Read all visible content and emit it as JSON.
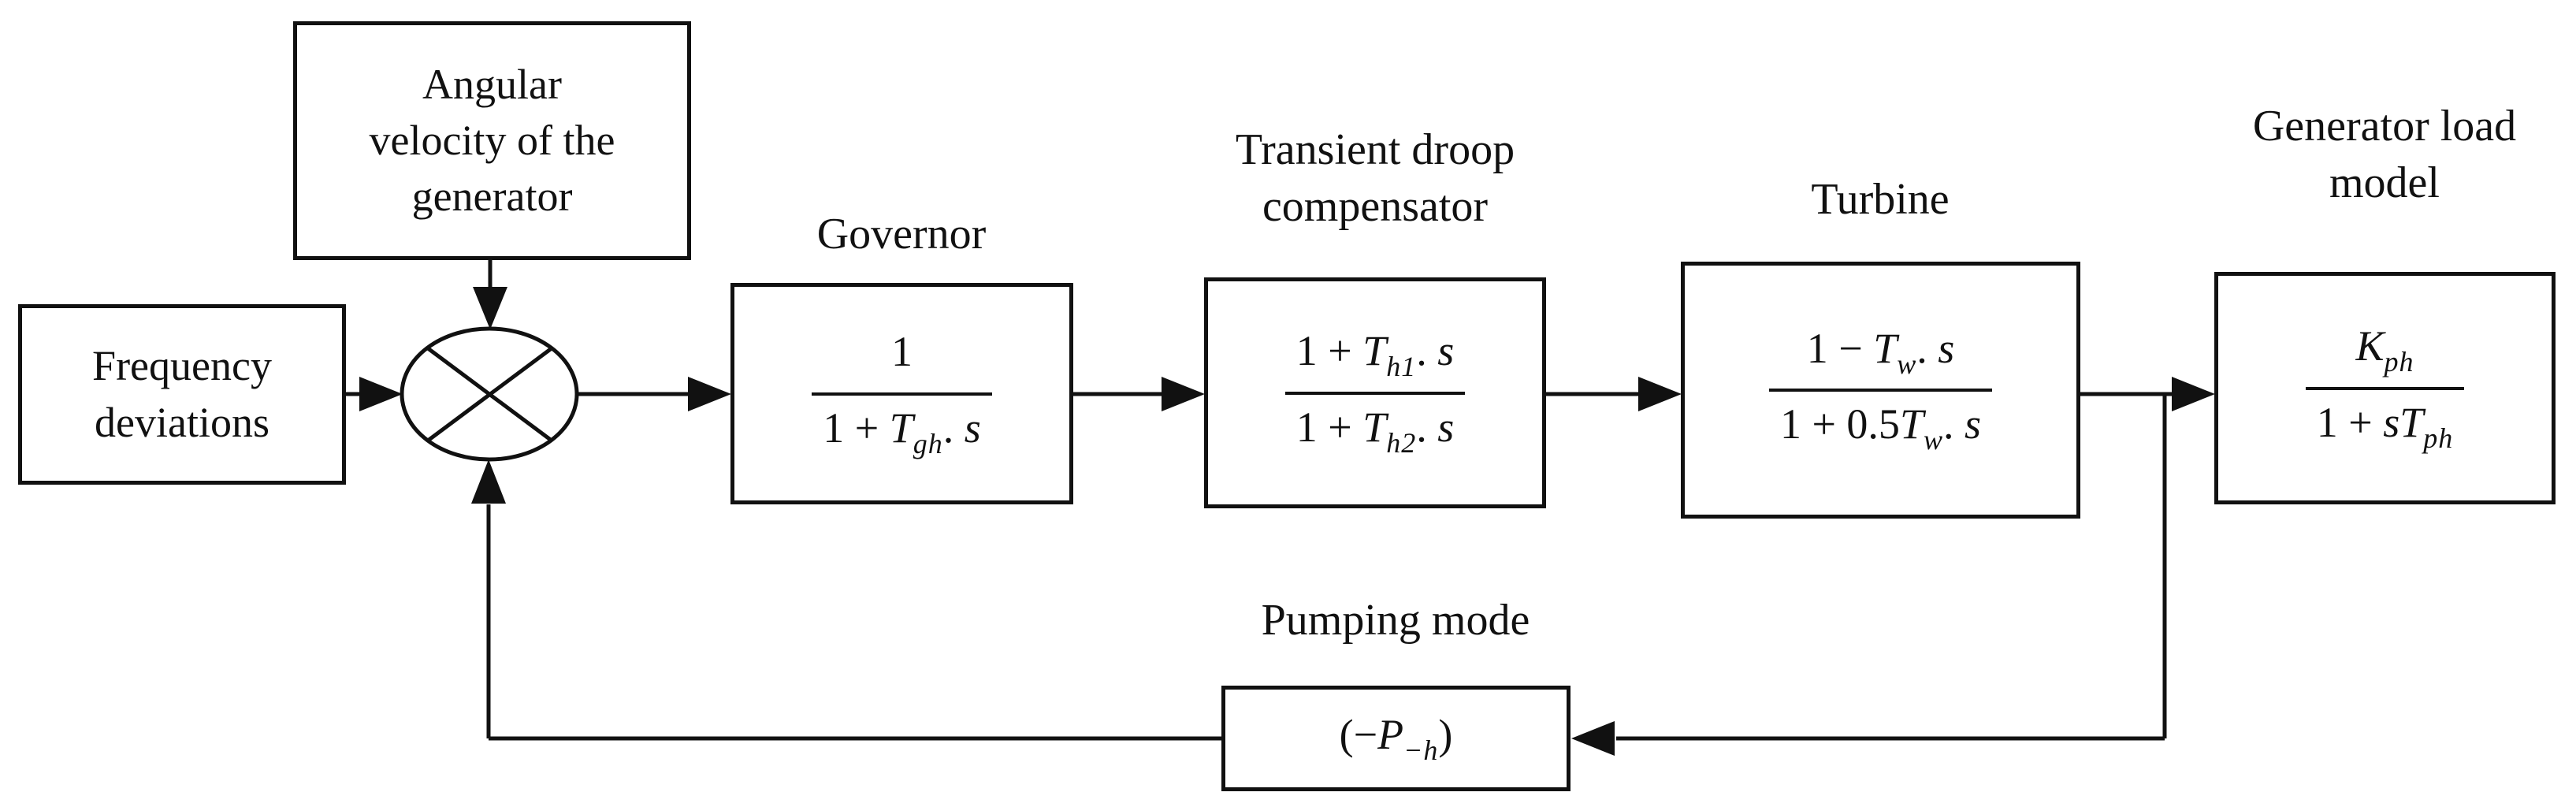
{
  "figure": {
    "type": "block-diagram",
    "description_visible_text_only": true,
    "colors": {
      "line": "#111111",
      "background": "#ffffff"
    },
    "input_box": {
      "line1": "Frequency",
      "line2": "deviations"
    },
    "disturbance_box": {
      "line1": "Angular",
      "line2": "velocity of the",
      "line3": "generator"
    },
    "summing_junction": {
      "symbol": "circle-with-x-cross"
    },
    "governor": {
      "label1": "Governor",
      "label2": "",
      "num": {
        "pre": "1",
        "var": "",
        "sub": "",
        "post": "",
        "tail": ""
      },
      "den": {
        "pre": "1 + ",
        "var": "T",
        "sub": "gh",
        "post": ". ",
        "tail": "s"
      }
    },
    "compensator": {
      "label1": "Transient droop",
      "label2": "compensator",
      "num": {
        "pre": "1 + ",
        "var": "T",
        "sub": "h1",
        "post": ". ",
        "tail": "s"
      },
      "den": {
        "pre": "1 + ",
        "var": "T",
        "sub": "h2",
        "post": ". ",
        "tail": "s"
      }
    },
    "turbine": {
      "label1": "Turbine",
      "label2": "",
      "num": {
        "pre": "1 − ",
        "var": "T",
        "sub": "w",
        "post": ". ",
        "tail": "s"
      },
      "den": {
        "pre": "1 + 0.5",
        "var": "T",
        "sub": "w",
        "post": ". ",
        "tail": "s"
      }
    },
    "generator_load": {
      "label1": "Generator load",
      "label2": "model",
      "num": {
        "pre": "",
        "var": "K",
        "sub": "ph",
        "post": "",
        "tail": ""
      },
      "den": {
        "pre": "1 + ",
        "var": "sT",
        "sub": "ph",
        "post": "",
        "tail": ""
      }
    },
    "pumping": {
      "label1": "Pumping mode",
      "formula": {
        "pre": "(−",
        "var": "P",
        "sub": "−h",
        "post": ")",
        "tail": ""
      }
    }
  }
}
